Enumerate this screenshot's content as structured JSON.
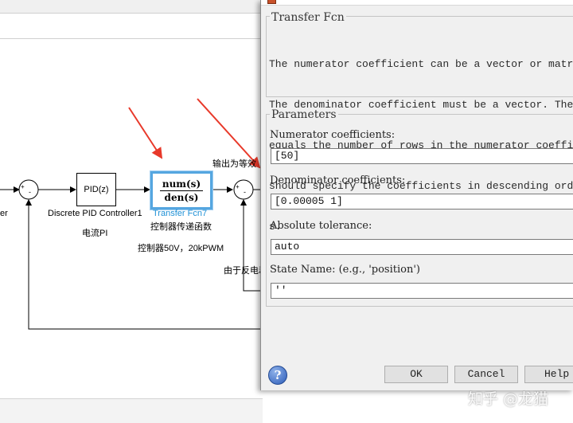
{
  "model": {
    "left_cut_label": "er",
    "pid_block": "PID(z)",
    "pid_name": "Discrete PID Controller1",
    "pid_note": "电流PI",
    "tf_block": {
      "num": "num(s)",
      "den": "den(s)"
    },
    "tf_name": "Transfer Fcn7",
    "tf_note": "控制器传递函数",
    "tf_note2": "控制器50V，20kPWM",
    "output_note": "输出为等效",
    "feedback_note": "由于反电动",
    "sum_sign_plus": "+",
    "sum_sign_minus": "-"
  },
  "dialog": {
    "title_partial": "Block Parameters: Transfer Fcn",
    "section_title": "Transfer Fcn",
    "description": [
      "The numerator coefficient can be a vector or matrix",
      "The denominator coefficient must be a vector. The o",
      "equals the number of rows in the numerator coeffici",
      "should specify the coefficients in descending order",
      "s."
    ],
    "params_title": "Parameters",
    "numerator": {
      "label": "Numerator coefficients:",
      "value": "[50]"
    },
    "denominator": {
      "label": "Denominator coefficients:",
      "value": "[0.00005 1]"
    },
    "abstol": {
      "label": "Absolute tolerance:",
      "value": "auto"
    },
    "state_name": {
      "label": "State Name: (e.g., 'position')",
      "value": "''"
    },
    "buttons": {
      "ok": "OK",
      "cancel": "Cancel",
      "help": "Help"
    },
    "help_icon_glyph": "?"
  },
  "watermark": "知乎 @龙猫",
  "colors": {
    "arrow": "#e8392a",
    "selected_block": "#55a6e0",
    "block_name": "#1e90d6",
    "dialog_bg": "#f0f0f0"
  }
}
